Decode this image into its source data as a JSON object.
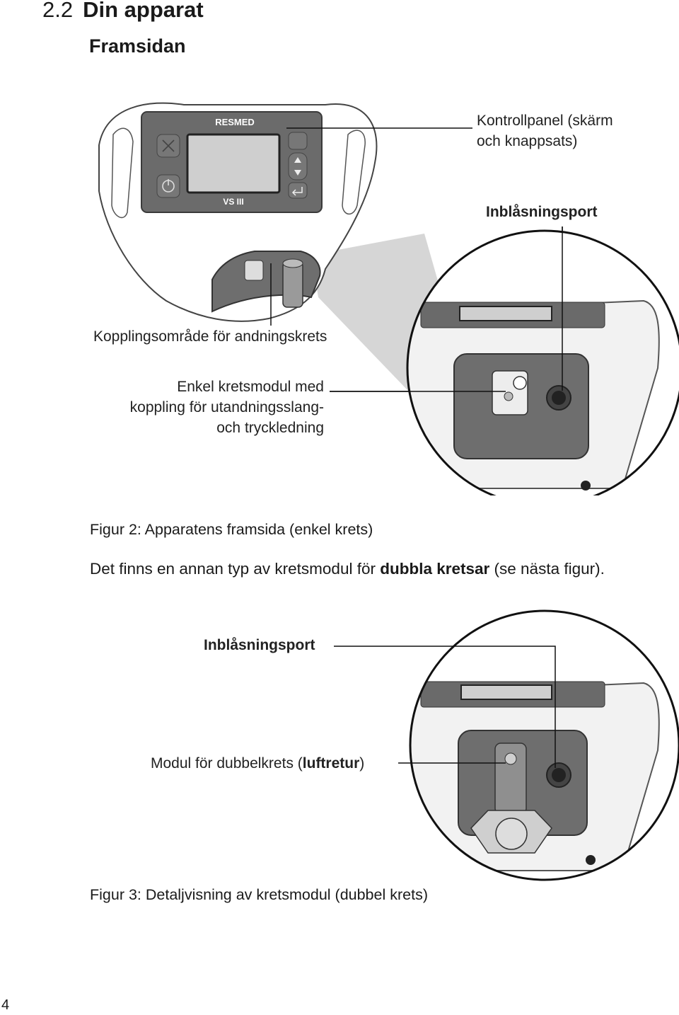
{
  "section": {
    "number": "2.2",
    "title": "Din apparat"
  },
  "subheading": "Framsidan",
  "figure2": {
    "labels": {
      "control_panel_line1": "Kontrollpanel (skärm",
      "control_panel_line2": "och knappsats)",
      "air_outlet": "Inblåsningsport",
      "circuit_area": "Kopplingsområde för andningskrets",
      "single_module_line1": "Enkel kretsmodul med",
      "single_module_line2": "koppling för utandningsslang-",
      "single_module_line3": "och tryckledning"
    },
    "device": {
      "brand": "RESMED",
      "model": "VS III"
    },
    "caption": "Figur 2: Apparatens framsida (enkel krets)"
  },
  "body": {
    "before": "Det finns en annan typ av kretsmodul för ",
    "bold": "dubbla kretsar",
    "after": " (se nästa figur)."
  },
  "figure3": {
    "labels": {
      "air_outlet": "Inblåsningsport",
      "double_module_prefix": "Modul för dubbelkrets (",
      "double_module_bold": "luftretur",
      "double_module_suffix": ")"
    },
    "caption": "Figur 3: Detaljvisning av kretsmodul (dubbel krets)"
  },
  "page_number": "4"
}
